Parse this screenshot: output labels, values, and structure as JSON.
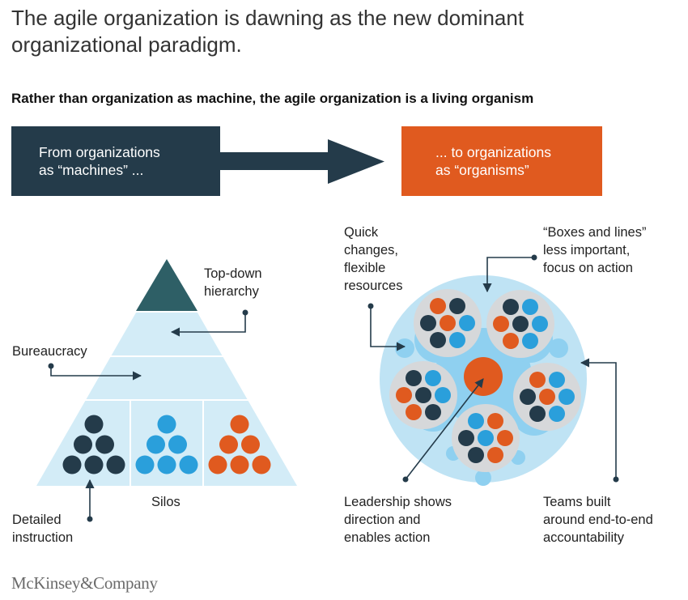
{
  "title": "The agile organization is dawning as the new dominant organizational paradigm.",
  "subtitle": "Rather than organization as machine, the agile organization is a living organism",
  "from_box": {
    "line1": "From organizations",
    "line2": "as “machines” ..."
  },
  "to_box": {
    "line1": "... to organizations",
    "line2": "as “organisms”"
  },
  "machine_labels": {
    "top_down_1": "Top-down",
    "top_down_2": "hierarchy",
    "bureaucracy": "Bureaucracy",
    "silos": "Silos",
    "detailed_1": "Detailed",
    "detailed_2": "instruction"
  },
  "organism_labels": {
    "quick_1": "Quick",
    "quick_2": "changes,",
    "quick_3": "flexible",
    "quick_4": "resources",
    "boxes_1": "“Boxes and lines”",
    "boxes_2": "less important,",
    "boxes_3": "focus on action",
    "leadership_1": "Leadership shows",
    "leadership_2": "direction and",
    "leadership_3": "enables action",
    "teams_1": "Teams built",
    "teams_2": "around end-to-end",
    "teams_3": "accountability"
  },
  "footer": "McKinsey&Company",
  "colors": {
    "dark": "#243b4a",
    "orange": "#e05a1f",
    "blue": "#2a9fdb",
    "pale_blue": "#d3ecf7",
    "circle_blue": "#bfe3f4",
    "team_gray": "#d6d8da",
    "top_triangle": "#2e5f66"
  }
}
